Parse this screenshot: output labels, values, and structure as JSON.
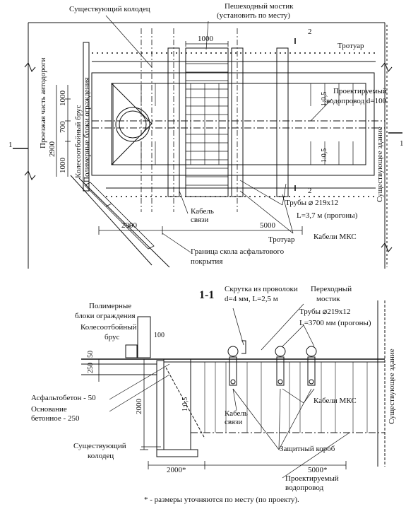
{
  "plan": {
    "existing_well": "Существующий колодец",
    "footbridge_line1": "Пешеходный мостик",
    "footbridge_line2": "(установить по месту)",
    "dim_1000_top": "1000",
    "section_2": "2",
    "sidewalk_top": "Тротуар",
    "roadway": "Проезжая часть автодороги",
    "dim_2900": "2900",
    "wheel_guard_beam": "Колесоотбойный брус",
    "polymer_blocks": "Полимерные блоки ограждения",
    "dim_1000_a": "1000",
    "dim_700": "700",
    "dim_1000_b": "1000",
    "section_1": "1",
    "slope_a": "1:0,5",
    "slope_b": "1:0,5",
    "planned_water_line1": "Проектируемый",
    "planned_water_line2": "водопровод d=100",
    "existing_building": "Существующее здание",
    "pipes_line1": "Трубы ⌀ 219х12",
    "pipes_line2": "L=3,7 м (прогоны)",
    "comm_cable_line1": "Кабель",
    "comm_cable_line2": "связи",
    "dim_2000": "2000",
    "dim_5000": "5000",
    "sidewalk_bottom": "Тротуар",
    "mks_cables": "Кабели МКС",
    "asphalt_boundary_line1": "Граница скола асфальтового",
    "asphalt_boundary_line2": "покрытия"
  },
  "section": {
    "title": "1-1",
    "twist_line1": "Скрутка из проволоки",
    "twist_line2": "d=4 мм, L=2,5 м",
    "transition_line1": "Переходный",
    "transition_line2": "мостик",
    "polymer_line1": "Полимерные",
    "polymer_line2": "блоки ограждения",
    "beam_line1": "Колесоотбойный",
    "beam_line2": "брус",
    "dim_100": "100",
    "pipes_line1": "Трубы ⌀219х12",
    "pipes_line2": "L=3700 мм (прогоны)",
    "existing_building": "Существующее здание",
    "dim_250": "250",
    "dim_50": "50",
    "asphalt": "Асфальтобетон - 50",
    "base_line1": "Основание",
    "base_line2": "бетонное - 250",
    "dim_2000_v": "2000",
    "slope": "1:0,5",
    "comm_cable_line1": "Кабель",
    "comm_cable_line2": "связи",
    "mks_cables": "Кабели МКС",
    "well_line1": "Существующий",
    "well_line2": "колодец",
    "protective_box": "Защитный короб",
    "dim_2000": "2000*",
    "dim_5000": "5000*",
    "planned_water_line1": "Проектируемый",
    "planned_water_line2": "водопровод"
  },
  "footnote": "* - размеры уточняются по месту (по проекту)."
}
